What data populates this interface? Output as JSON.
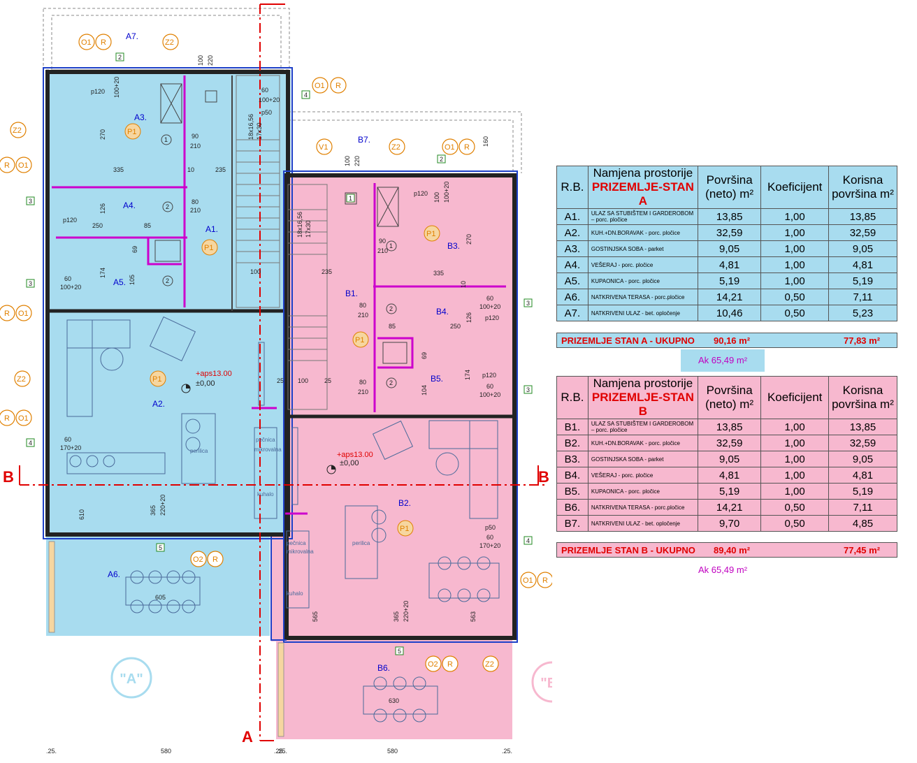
{
  "colors": {
    "stan_a": "#a8dcef",
    "stan_b": "#f7b8cf",
    "wall": "#222222",
    "section": "#e00000",
    "partition": "#cc00cc",
    "tag": "#e08000",
    "room_label": "#0000cc"
  },
  "plan": {
    "rooms_a": [
      {
        "id": "A1.",
        "tag": "P1"
      },
      {
        "id": "A2.",
        "tag": "P1"
      },
      {
        "id": "A3.",
        "tag": "P1"
      },
      {
        "id": "A4.",
        "tag": ""
      },
      {
        "id": "A5.",
        "tag": ""
      },
      {
        "id": "A6.",
        "tag": ""
      },
      {
        "id": "A7.",
        "tag": ""
      }
    ],
    "rooms_b": [
      {
        "id": "B1.",
        "tag": "P1"
      },
      {
        "id": "B2.",
        "tag": "P1"
      },
      {
        "id": "B3.",
        "tag": "P1"
      },
      {
        "id": "B4.",
        "tag": ""
      },
      {
        "id": "B5.",
        "tag": ""
      },
      {
        "id": "B6.",
        "tag": ""
      },
      {
        "id": "B7.",
        "tag": ""
      }
    ],
    "level_a": "+aps13.00",
    "level_b": "+aps13.00",
    "level_zero": "±0,00",
    "unit_a_badge": "\"A\"",
    "unit_b_badge": "\"B\"",
    "section_a": "A",
    "section_b": "B",
    "text_perilica": "perilica",
    "text_pecnica": "pečnica",
    "text_mikrovalna": "mikrovalna",
    "text_kuhalo": "kuhalo",
    "dims_bottom": [
      ".25.",
      "580",
      ".25.",
      ".25.",
      "580",
      ".25."
    ],
    "dims": [
      "100",
      "220",
      "60",
      "100+20",
      "p50",
      "p120",
      "100+20",
      "270",
      "335",
      "235",
      "90",
      "210",
      "10",
      "80",
      "210",
      "126",
      "250",
      "85",
      "69",
      "174",
      "105",
      "60",
      "100+20",
      "p120",
      "100",
      "235",
      "25",
      "610",
      "365",
      "220+20",
      "605",
      "160",
      "100",
      "220",
      "p120",
      "100",
      "100+20",
      "270",
      "335",
      "90",
      "210",
      "10",
      "80",
      "210",
      "85",
      "250",
      "126",
      "p120",
      "60",
      "100+20",
      "69",
      "104",
      "174",
      "p120",
      "60",
      "100+20",
      "80",
      "210",
      "25",
      "100",
      "25",
      "565",
      "365",
      "220+20",
      "563",
      "p50",
      "60",
      "170+20",
      "60",
      "170+20",
      "630",
      "18x16,56",
      "17x30",
      "18x16,56",
      "17x30"
    ],
    "tags": [
      "O1",
      "R",
      "Z2",
      "V1",
      "O2"
    ],
    "win_nums": [
      "2",
      "3",
      "4",
      "5",
      "1"
    ]
  },
  "table_a": {
    "headers": [
      "R.B.",
      "Namjena prostorije",
      "PRIZEMLJE-STAN A",
      "Površina",
      "(neto) m²",
      "Koeficijent",
      "Korisna",
      "površina m²"
    ],
    "rows": [
      {
        "rb": "A1.",
        "name": "ULAZ SA STUBIŠTEM I GARDEROBOM – porc. pločice",
        "area": "13,85",
        "coef": "1,00",
        "useful": "13,85"
      },
      {
        "rb": "A2.",
        "name": "KUH.+DN.BORAVAK - porc. pločice",
        "area": "32,59",
        "coef": "1,00",
        "useful": "32,59"
      },
      {
        "rb": "A3.",
        "name": "GOSTINJSKA SOBA - parket",
        "area": "9,05",
        "coef": "1,00",
        "useful": "9,05"
      },
      {
        "rb": "A4.",
        "name": "VEŠERAJ - porc. pločice",
        "area": "4,81",
        "coef": "1,00",
        "useful": "4,81"
      },
      {
        "rb": "A5.",
        "name": "KUPAONICA - porc. pločice",
        "area": "5,19",
        "coef": "1,00",
        "useful": "5,19"
      },
      {
        "rb": "A6.",
        "name": "NATKRIVENA TERASA - porc.pločice",
        "area": "14,21",
        "coef": "0,50",
        "useful": "7,11"
      },
      {
        "rb": "A7.",
        "name": "NATKRIVENI ULAZ - bet. opločenje",
        "area": "10,46",
        "coef": "0,50",
        "useful": "5,23"
      }
    ],
    "total_label": "PRIZEMLJE STAN A - UKUPNO",
    "total_area": "90,16 m²",
    "total_useful": "77,83 m²",
    "ak": "Ak 65,49 m²"
  },
  "table_b": {
    "headers": [
      "R.B.",
      "Namjena prostorije",
      "PRIZEMLJE-STAN B",
      "Površina",
      "(neto) m²",
      "Koeficijent",
      "Korisna",
      "površina m²"
    ],
    "rows": [
      {
        "rb": "B1.",
        "name": "ULAZ SA STUBIŠTEM I GARDEROBOM – porc. pločice",
        "area": "13,85",
        "coef": "1,00",
        "useful": "13,85"
      },
      {
        "rb": "B2.",
        "name": "KUH.+DN.BORAVAK - porc. pločice",
        "area": "32,59",
        "coef": "1,00",
        "useful": "32,59"
      },
      {
        "rb": "B3.",
        "name": "GOSTINJSKA SOBA - parket",
        "area": "9,05",
        "coef": "1,00",
        "useful": "9,05"
      },
      {
        "rb": "B4.",
        "name": "VEŠERAJ - porc. pločice",
        "area": "4,81",
        "coef": "1,00",
        "useful": "4,81"
      },
      {
        "rb": "B5.",
        "name": "KUPAONICA - porc. pločice",
        "area": "5,19",
        "coef": "1,00",
        "useful": "5,19"
      },
      {
        "rb": "B6.",
        "name": "NATKRIVENA TERASA - porc.pločice",
        "area": "14,21",
        "coef": "0,50",
        "useful": "7,11"
      },
      {
        "rb": "B7.",
        "name": "NATKRIVENI ULAZ - bet. opločenje",
        "area": "9,70",
        "coef": "0,50",
        "useful": "4,85"
      }
    ],
    "total_label": "PRIZEMLJE STAN B - UKUPNO",
    "total_area": "89,40 m²",
    "total_useful": "77,45 m²",
    "ak": "Ak 65,49 m²"
  }
}
